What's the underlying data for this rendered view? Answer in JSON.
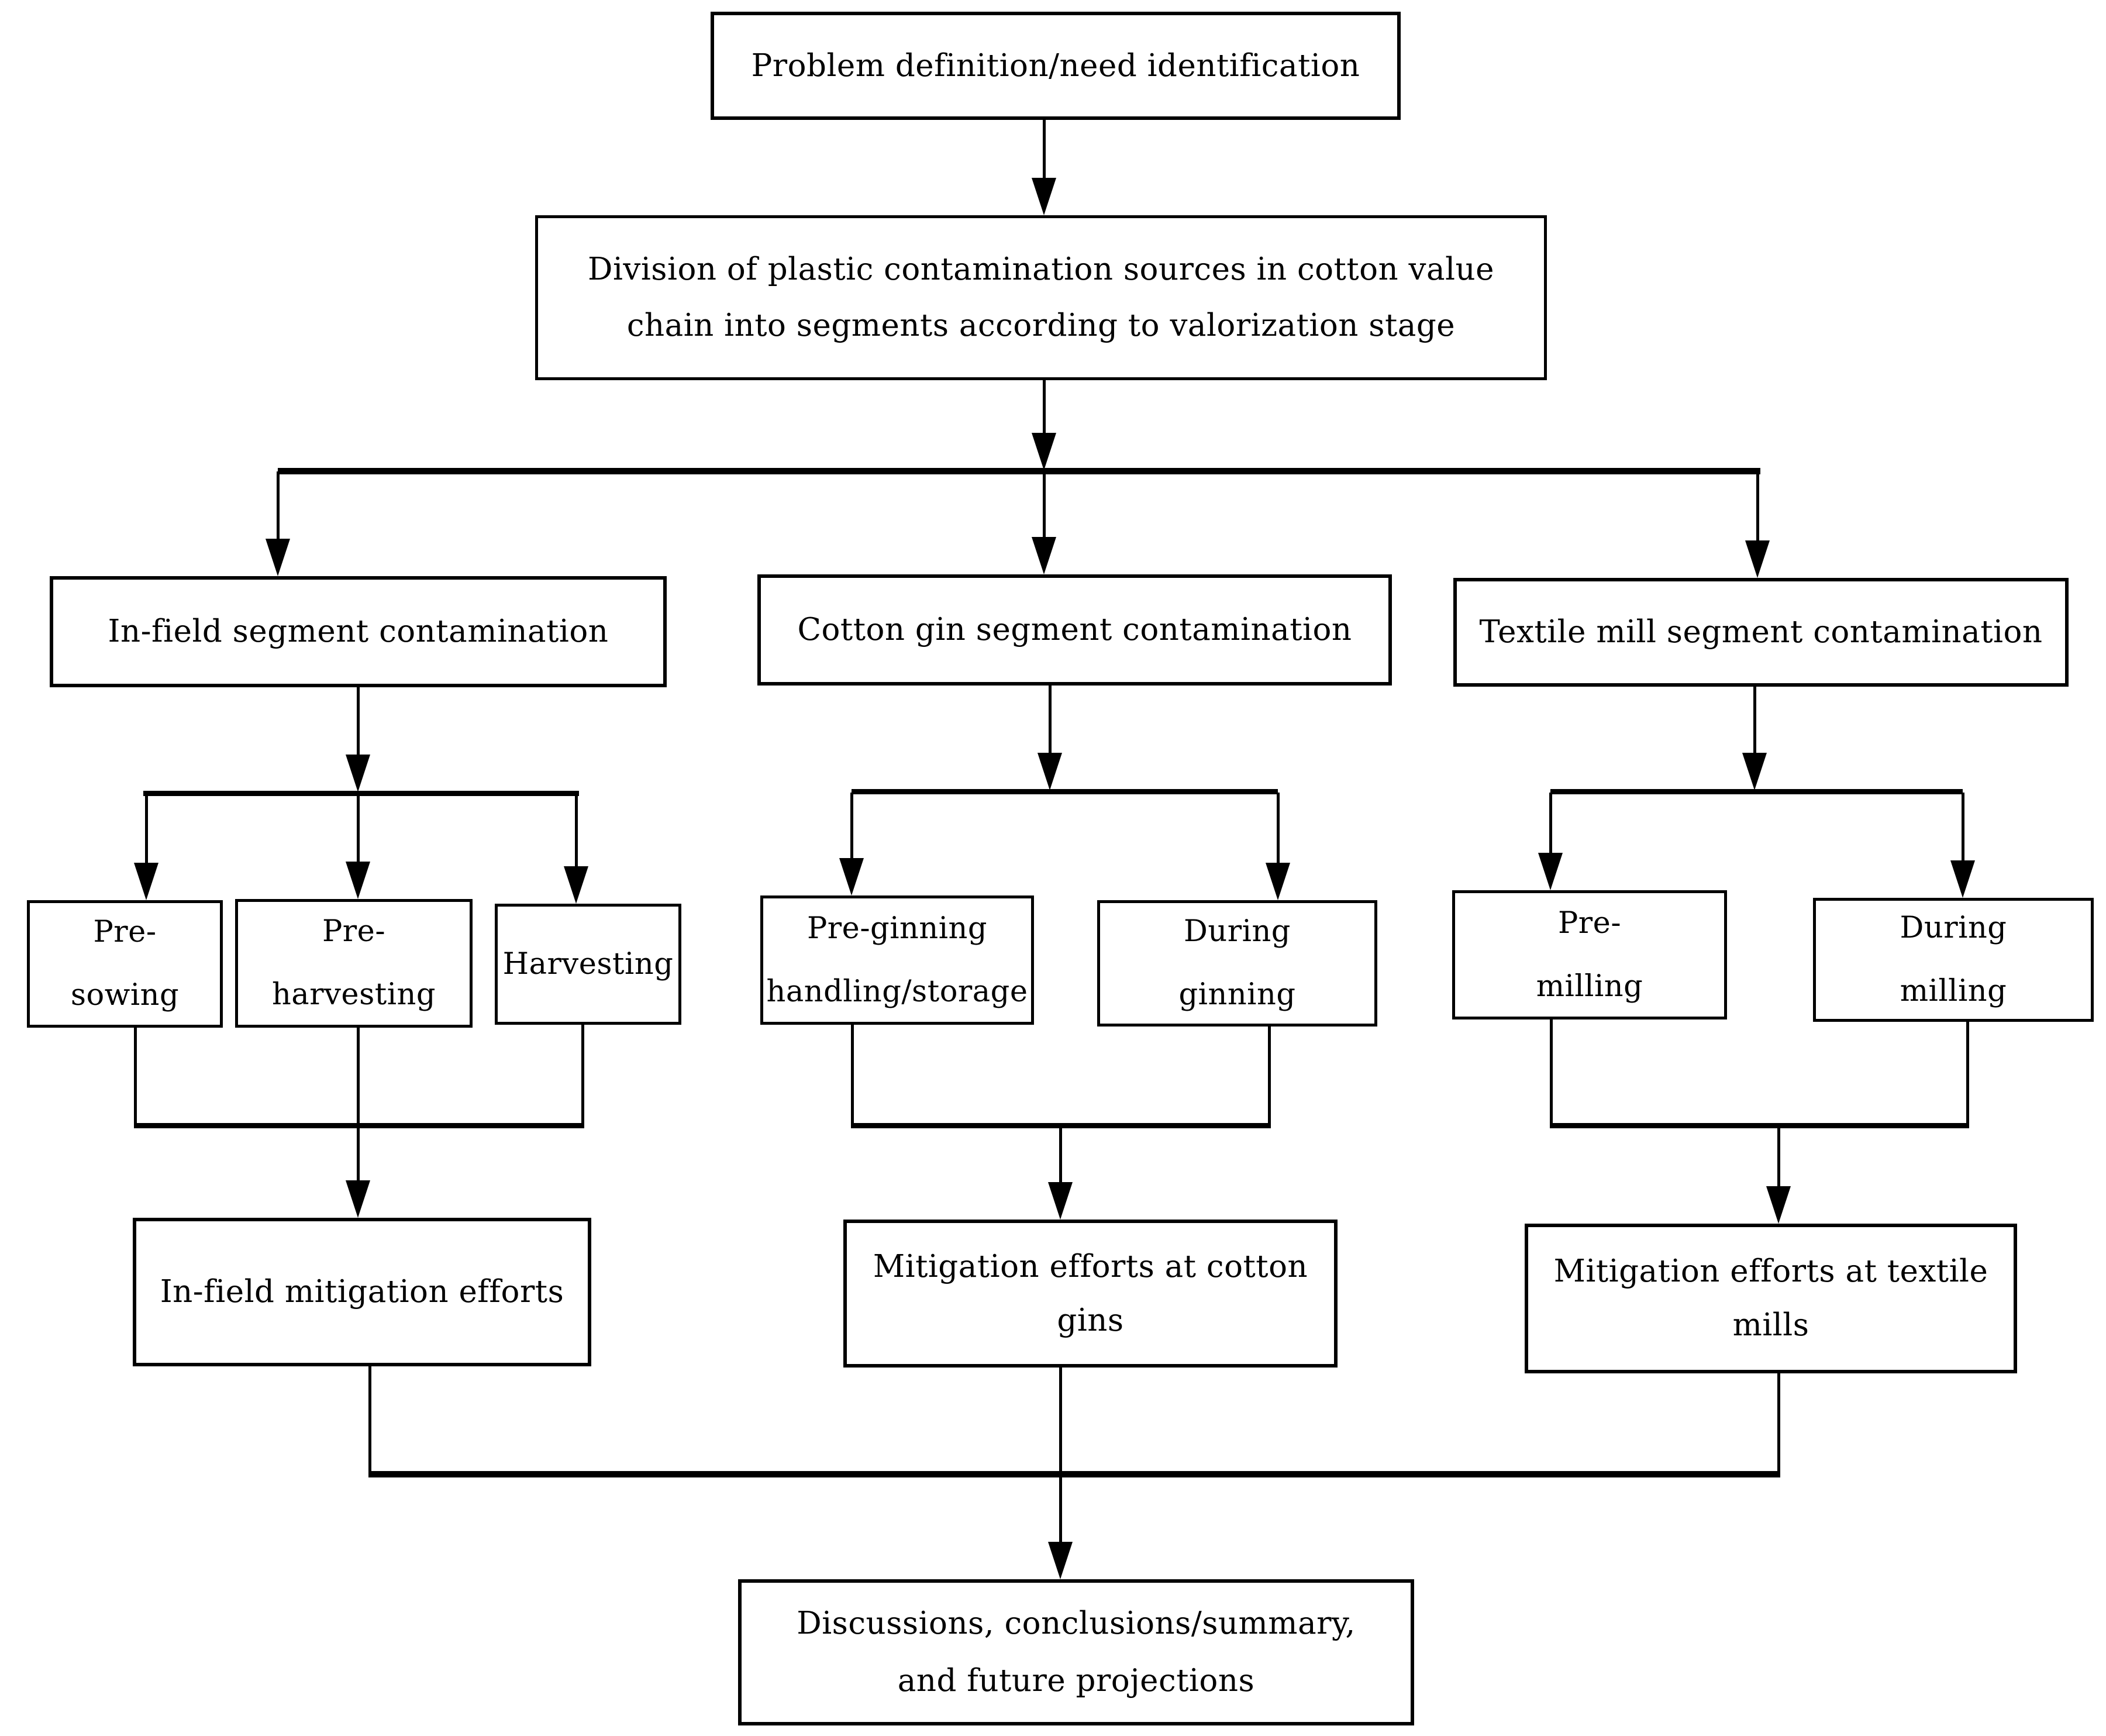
{
  "figure": {
    "type": "flowchart",
    "background_color": "#ffffff",
    "line_color": "#000000",
    "nodes": {
      "problem": {
        "lines": [
          "Problem definition/need identification"
        ]
      },
      "division": {
        "lines": [
          "Division of plastic contamination sources in cotton value",
          "chain into segments according to valorization stage"
        ]
      },
      "infield_segment": {
        "lines": [
          "In-field segment contamination"
        ]
      },
      "cotton_gin_segment": {
        "lines": [
          "Cotton gin segment contamination"
        ]
      },
      "textile_mill_segment": {
        "lines": [
          "Textile mill segment contamination"
        ]
      },
      "pre_sowing": {
        "lines": [
          "Pre-",
          "sowing"
        ]
      },
      "pre_harvesting": {
        "lines": [
          "Pre-",
          "harvesting"
        ]
      },
      "harvesting": {
        "lines": [
          "Harvesting"
        ]
      },
      "pre_ginning": {
        "lines": [
          "Pre-ginning",
          "handling/storage"
        ]
      },
      "during_ginning": {
        "lines": [
          "During",
          "ginning"
        ]
      },
      "pre_milling": {
        "lines": [
          "Pre-",
          "milling"
        ]
      },
      "during_milling": {
        "lines": [
          "During",
          "milling"
        ]
      },
      "infield_mitigation": {
        "lines": [
          "In-field mitigation efforts"
        ]
      },
      "cotton_gin_mitigation": {
        "lines": [
          "Mitigation efforts at cotton",
          "gins"
        ]
      },
      "textile_mill_mitigation": {
        "lines": [
          "Mitigation efforts at textile",
          "mills"
        ]
      },
      "discussion": {
        "lines": [
          "Discussions, conclusions/summary,",
          "and future projections"
        ]
      }
    }
  }
}
